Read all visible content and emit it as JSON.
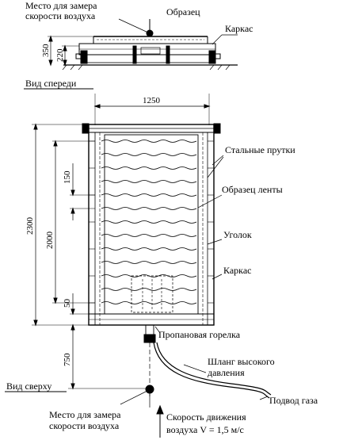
{
  "front_view": {
    "title": "Вид спереди",
    "label_air_measure_line1": "Место для замера",
    "label_air_measure_line2": "скорости воздуха",
    "label_sample": "Образец",
    "label_frame": "Каркас",
    "dim_total": "350",
    "dim_inner": "220"
  },
  "top_view": {
    "title": "Вид сверху",
    "dim_width": "1250",
    "dim_length": "2300",
    "dim_sample_length": "2000",
    "dim_rod_spacing": "150",
    "dim_offset": "50",
    "dim_burner_distance": "750",
    "label_steel_rods": "Стальные прутки",
    "label_tape_sample": "Образец ленты",
    "label_angle": "Уголок",
    "label_frame": "Каркас",
    "label_burner": "Пропановая горелка",
    "label_hose_line1": "Шланг высокого",
    "label_hose_line2": "давления",
    "label_gas_supply": "Подвод газа",
    "label_air_measure_line1": "Место для замера",
    "label_air_measure_line2": "скорости воздуха",
    "label_air_speed_line1": "Скорость движения",
    "label_air_speed_line2": "воздуха V = 1,5 м/с"
  }
}
